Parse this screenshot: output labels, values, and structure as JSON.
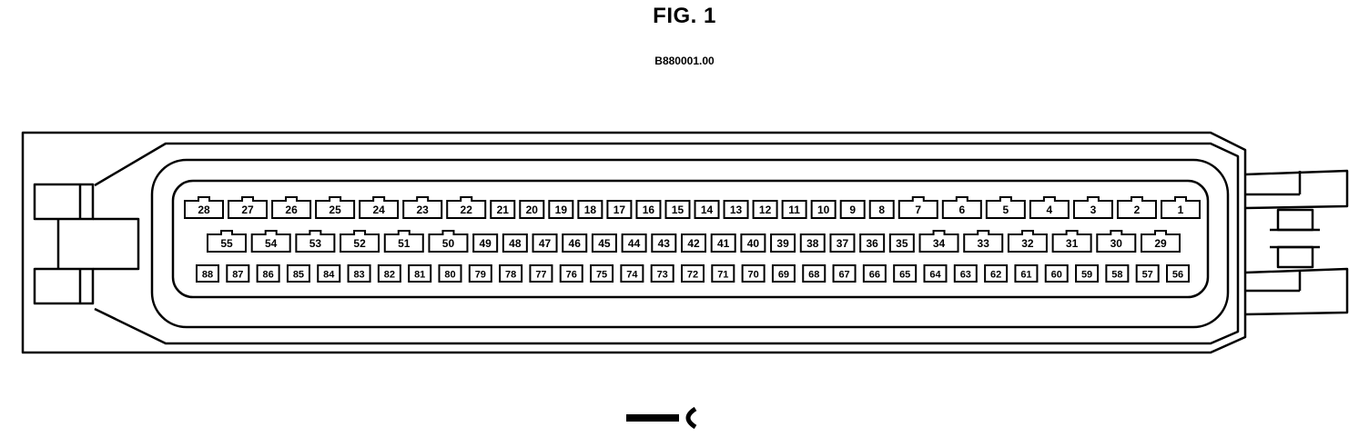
{
  "figure": {
    "title": "FIG. 1",
    "code": "B880001.00"
  },
  "connector": {
    "row1": [
      "28",
      "27",
      "26",
      "25",
      "24",
      "23",
      "22",
      "21",
      "20",
      "19",
      "18",
      "17",
      "16",
      "15",
      "14",
      "13",
      "12",
      "11",
      "10",
      "9",
      "8",
      "7",
      "6",
      "5",
      "4",
      "3",
      "2",
      "1"
    ],
    "row2": [
      "55",
      "54",
      "53",
      "52",
      "51",
      "50",
      "49",
      "48",
      "47",
      "46",
      "45",
      "44",
      "43",
      "42",
      "41",
      "40",
      "39",
      "38",
      "37",
      "36",
      "35",
      "34",
      "33",
      "32",
      "31",
      "30",
      "29"
    ],
    "row3": [
      "88",
      "87",
      "86",
      "85",
      "84",
      "83",
      "82",
      "81",
      "80",
      "79",
      "78",
      "77",
      "76",
      "75",
      "74",
      "73",
      "72",
      "71",
      "70",
      "69",
      "68",
      "67",
      "66",
      "65",
      "64",
      "63",
      "62",
      "61",
      "60",
      "59",
      "58",
      "57",
      "56"
    ]
  }
}
